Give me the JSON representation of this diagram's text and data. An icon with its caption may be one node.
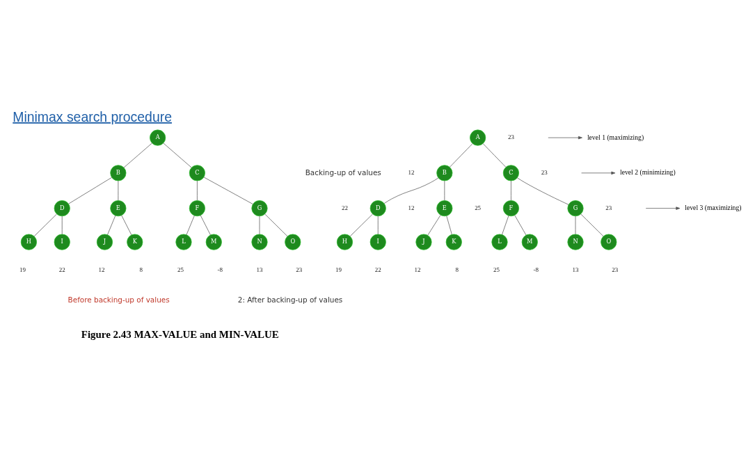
{
  "diagram": {
    "title": "Minimax search procedure",
    "caption": "Figure 2.43 MAX-VALUE and MIN-VALUE",
    "nodes": [
      {
        "text": [
          "A"
        ]
      },
      {
        "text": [
          "B"
        ]
      },
      {
        "text": [
          "C"
        ]
      },
      {
        "text": [
          "D"
        ]
      },
      {
        "text": [
          "E"
        ]
      },
      {
        "text": [
          "F"
        ]
      },
      {
        "text": [
          "G"
        ]
      },
      {
        "text": [
          "H"
        ],
        "beside": [
          "19"
        ]
      },
      {
        "text": [
          "I"
        ],
        "beside": [
          "22"
        ]
      },
      {
        "text": [
          "J"
        ],
        "beside": [
          "12"
        ]
      },
      {
        "text": [
          "K"
        ],
        "beside": [
          "8"
        ]
      },
      {
        "text": [
          "L"
        ],
        "beside": [
          "25"
        ]
      },
      {
        "text": [
          "M"
        ],
        "beside": [
          "-8"
        ]
      },
      {
        "text": [
          "N"
        ],
        "beside": [
          "13"
        ]
      },
      {
        "text": [
          "O"
        ],
        "beside": [
          "23"
        ]
      },
      {
        "text": [
          "A"
        ],
        "beside": [
          "23"
        ]
      },
      {
        "text": [
          "B"
        ],
        "beside": [
          "12"
        ]
      },
      {
        "text": [
          "C"
        ],
        "beside": [
          "23"
        ]
      },
      {
        "text": [
          "D"
        ],
        "beside": [
          "22"
        ]
      },
      {
        "text": [
          "E"
        ],
        "beside": [
          "12"
        ]
      },
      {
        "text": [
          "F"
        ],
        "beside": [
          "25"
        ]
      },
      {
        "text": [
          "G"
        ],
        "beside": [
          "23"
        ]
      },
      {
        "text": [
          "H"
        ],
        "beside": [
          "19"
        ]
      },
      {
        "text": [
          "I"
        ],
        "beside": [
          "22"
        ]
      },
      {
        "text": [
          "J"
        ],
        "beside": [
          "12"
        ]
      },
      {
        "text": [
          "K"
        ],
        "beside": [
          "8"
        ]
      },
      {
        "text": [
          "L"
        ],
        "beside": [
          "25"
        ]
      },
      {
        "text": [
          "M"
        ],
        "beside": [
          "-8"
        ]
      },
      {
        "text": [
          "N"
        ],
        "beside": [
          "13"
        ]
      },
      {
        "text": [
          "O"
        ],
        "beside": [
          "23"
        ]
      },
      {
        "text": [
          "level 1 (maximizing)"
        ]
      },
      {
        "text": [
          "level 2 (minimizing)"
        ]
      },
      {
        "text": [
          "level 3 (maximizing)"
        ]
      }
    ],
    "edges": [
      {
        "from": 0,
        "to": 1,
        "arrow": "none"
      },
      {
        "from": 0,
        "to": 2,
        "arrow": "none"
      },
      {
        "from": 1,
        "to": 3,
        "arrow": "none"
      },
      {
        "from": 1,
        "to": 4,
        "arrow": "none"
      },
      {
        "from": 2,
        "to": 5,
        "arrow": "none"
      },
      {
        "from": 2,
        "to": 6,
        "arrow": "none"
      },
      {
        "from": 3,
        "to": 7,
        "arrow": "none"
      },
      {
        "from": 3,
        "to": 8,
        "arrow": "none"
      },
      {
        "from": 4,
        "to": 9,
        "arrow": "none"
      },
      {
        "from": 4,
        "to": 10,
        "arrow": "none"
      },
      {
        "from": 5,
        "to": 11,
        "arrow": "none"
      },
      {
        "from": 5,
        "to": 12,
        "arrow": "none"
      },
      {
        "from": 6,
        "to": 13,
        "arrow": "none"
      },
      {
        "from": 6,
        "to": 14,
        "arrow": "none"
      },
      {
        "from": 15,
        "to": 16,
        "arrow": "none"
      },
      {
        "from": 15,
        "to": 17,
        "arrow": "none"
      },
      {
        "from": 16,
        "to": 18,
        "arrow": "none"
      },
      {
        "from": 16,
        "to": 19,
        "arrow": "none"
      },
      {
        "from": 17,
        "to": 20,
        "arrow": "none"
      },
      {
        "from": 17,
        "to": 21,
        "arrow": "none"
      },
      {
        "from": 18,
        "to": 22,
        "arrow": "none"
      },
      {
        "from": 18,
        "to": 23,
        "arrow": "none"
      },
      {
        "from": 19,
        "to": 24,
        "arrow": "none"
      },
      {
        "from": 19,
        "to": 25,
        "arrow": "none"
      },
      {
        "from": 20,
        "to": 26,
        "arrow": "none"
      },
      {
        "from": 20,
        "to": 27,
        "arrow": "none"
      },
      {
        "from": 21,
        "to": 28,
        "arrow": "none"
      },
      {
        "from": 21,
        "to": 29,
        "arrow": "none"
      },
      {
        "from": null,
        "to": 30,
        "arrow": "to"
      },
      {
        "from": null,
        "to": 31,
        "arrow": "to"
      },
      {
        "from": null,
        "to": 32,
        "arrow": "to"
      }
    ],
    "labels": [
      "Backing-up of values",
      "Before backing-up of values",
      "2: After backing-up of values"
    ]
  }
}
